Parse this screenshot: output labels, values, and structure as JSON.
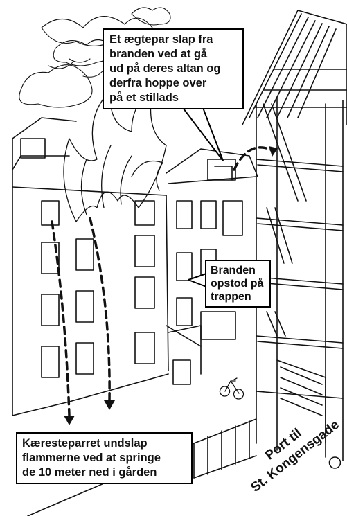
{
  "callouts": {
    "top": {
      "lines": [
        "Et ægtepar slap fra",
        "branden  ved at gå",
        "ud på deres altan og",
        "derfra  hoppe over",
        "på et stillads"
      ]
    },
    "right": {
      "lines": [
        "Branden",
        "opstod på",
        "trappen"
      ]
    },
    "bottom": {
      "lines": [
        "Kæresteparret undslap",
        "flammerne ved at springe",
        "de 10 meter ned  i gården"
      ]
    }
  },
  "road_label": {
    "lines": [
      "Port til",
      "St. Kongensgade"
    ]
  },
  "colors": {
    "ink": "#111111",
    "paper": "#ffffff"
  }
}
